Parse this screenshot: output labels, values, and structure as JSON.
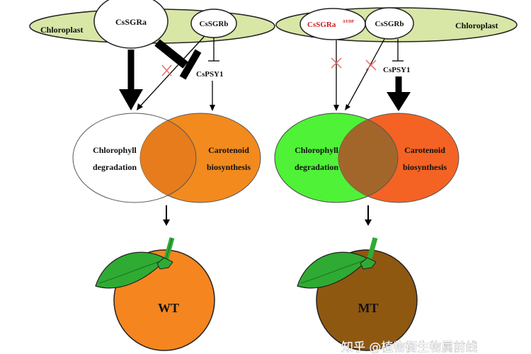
{
  "left_panel": {
    "chloroplast_label": "Chloroplast",
    "sgra_label": "CsSGRa",
    "sgrb_label": "CsSGRb",
    "psy_label": "CsPSY1",
    "chl_line1": "Chlorophyll",
    "chl_line2": "degradation",
    "car_line1": "Carotenoid",
    "car_line2": "biosynthesis",
    "fruit_label": "WT"
  },
  "right_panel": {
    "chloroplast_label": "Chloroplast",
    "sgra_label": "CsSGRa",
    "sgra_superscript": "ΔYDP",
    "sgrb_label": "CsSGRb",
    "psy_label": "CsPSY1",
    "chl_line1": "Chlorophyll",
    "chl_line2": "degradation",
    "car_line1": "Carotenoid",
    "car_line2": "biosynthesis",
    "fruit_label": "MT"
  },
  "watermark": "知乎 @植物衡生物属前线",
  "colors": {
    "chloroplast": "#d8e6a6",
    "wt_carotenoid": "#f28a1e",
    "wt_overlap": "#e67c1c",
    "mt_chlorophyll": "#4ff237",
    "mt_carotenoid": "#f46323",
    "mt_overlap": "#a3662a",
    "wt_fruit": "#f5851f",
    "mt_fruit": "#8f5810",
    "leaf": "#2fab33",
    "block_mark": "#e86a6a",
    "mutant_red": "#d01c1c"
  }
}
